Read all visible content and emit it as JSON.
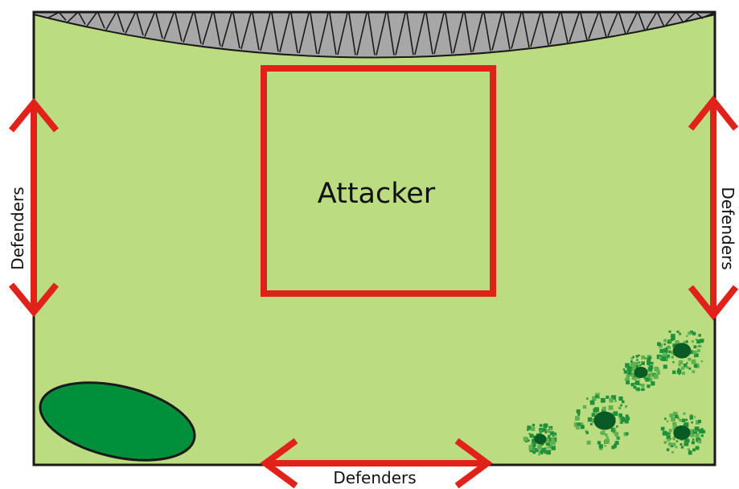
{
  "diagram": {
    "attacker_label": "Attacker",
    "defenders_left_label": "Defenders",
    "defenders_right_label": "Defenders",
    "defenders_bottom_label": "Defenders"
  },
  "colors": {
    "field": "#bcdc82",
    "border": "#1a1a1a",
    "rock": "#a7a7a7",
    "zone": "#e0221b",
    "arrow": "#e0221b",
    "pond": "#008f3a",
    "bush_light": "#20913b",
    "bush_dark": "#0a5a25"
  }
}
